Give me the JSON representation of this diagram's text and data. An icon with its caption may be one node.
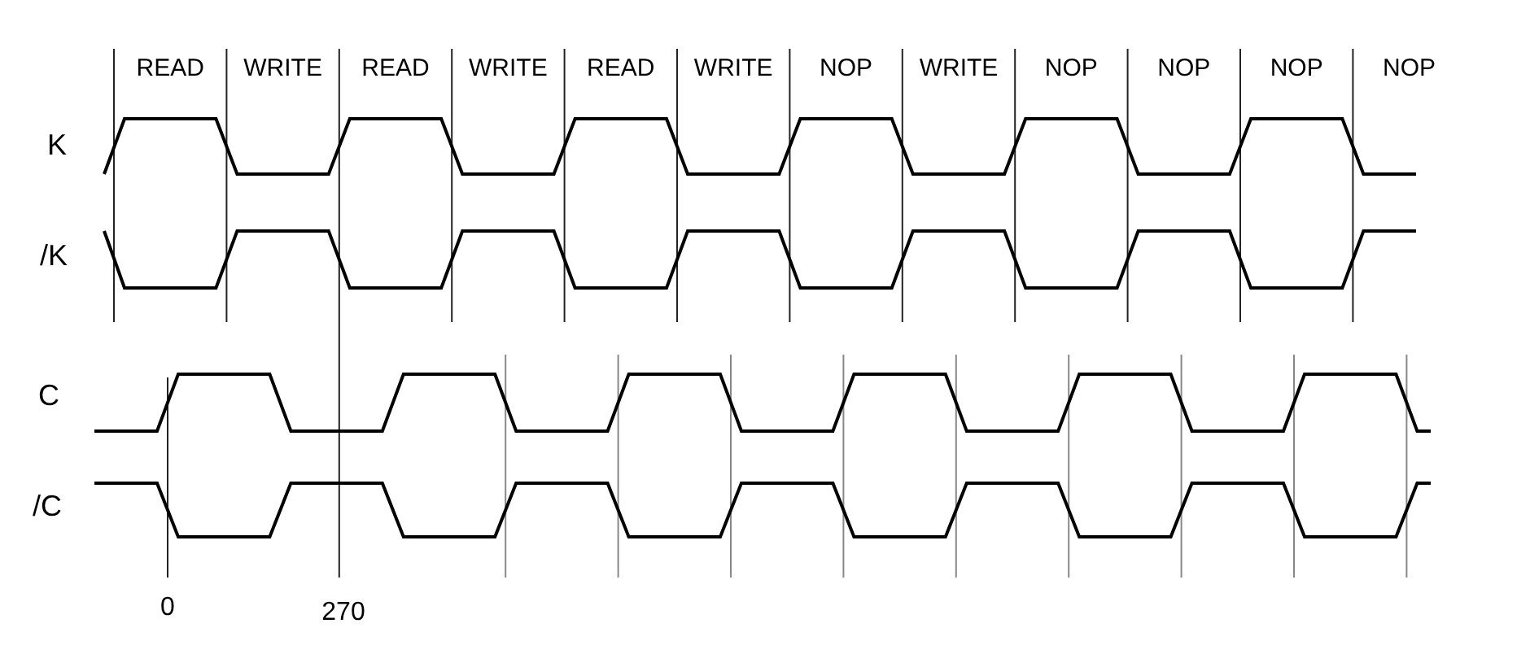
{
  "diagram": {
    "labels": [
      "READ",
      "WRITE",
      "READ",
      "WRITE",
      "READ",
      "WRITE",
      "NOP",
      "WRITE",
      "NOP",
      "NOP",
      "NOP",
      "NOP",
      "K",
      "/K",
      "C",
      "/C",
      "0",
      "270"
    ]
  }
}
